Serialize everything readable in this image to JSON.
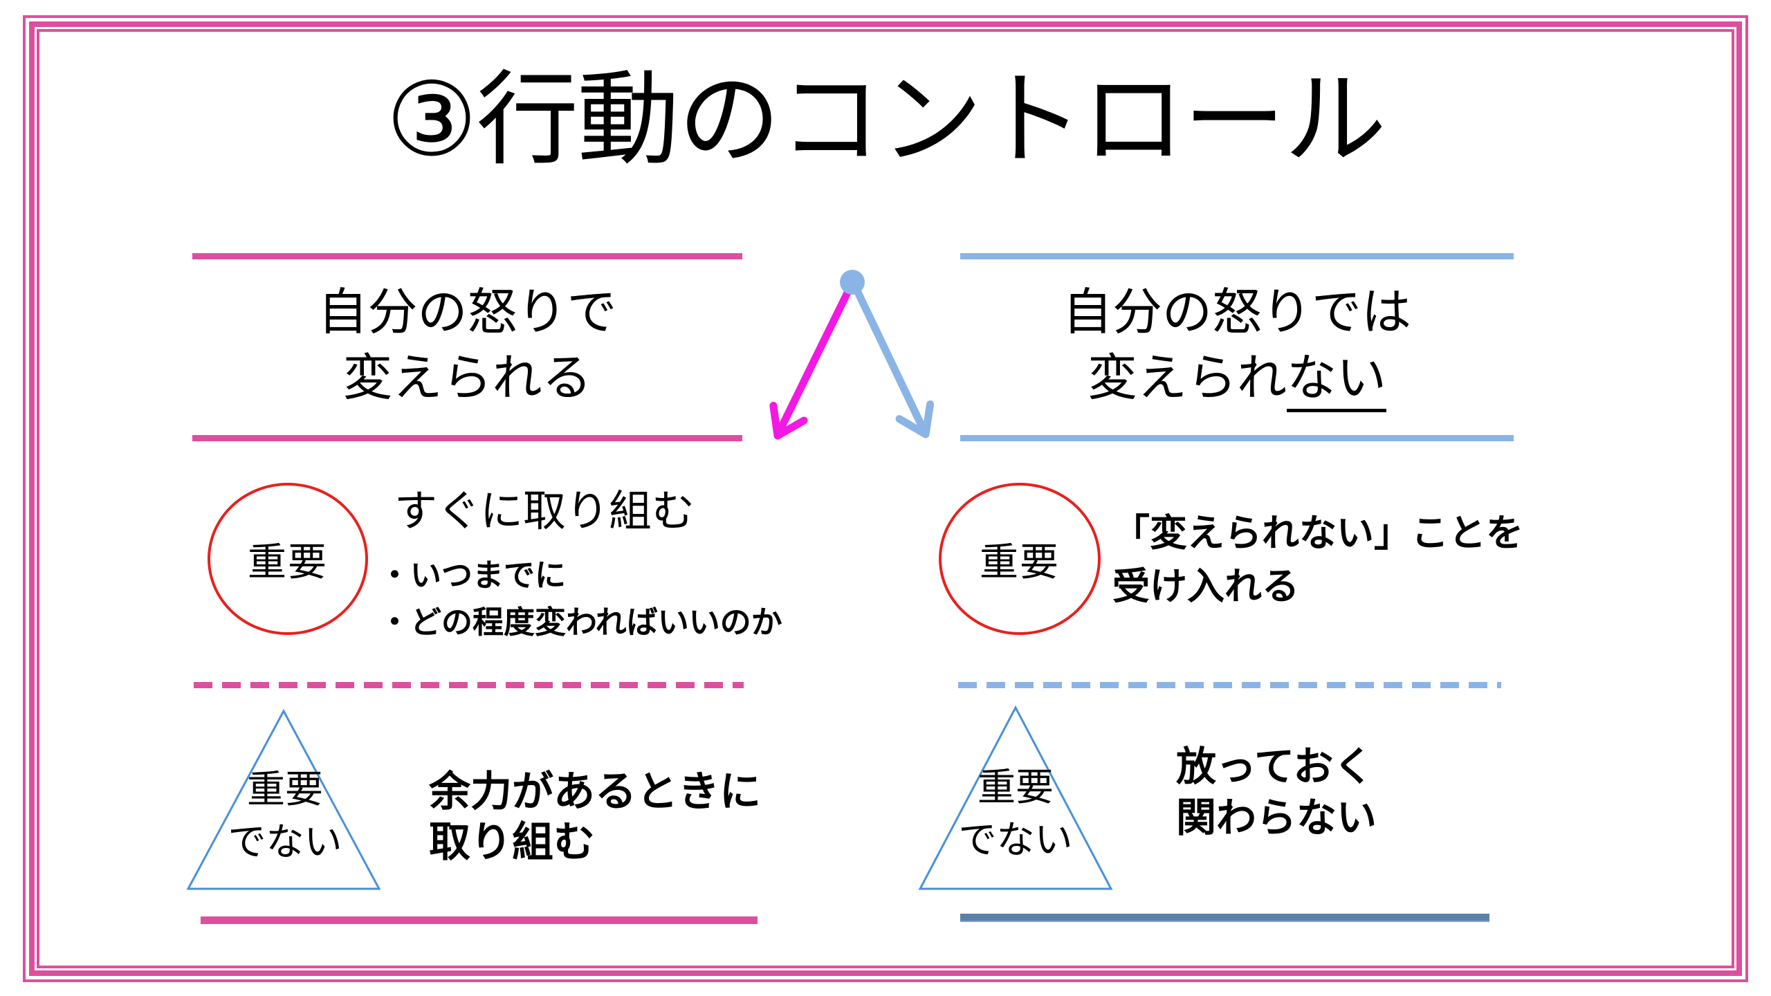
{
  "title": "③行動のコントロール",
  "colors": {
    "pink": "#dd4f9e",
    "magenta": "#f318e4",
    "blue": "#8ab4e6",
    "triangle_blue": "#4a90d8",
    "slate": "#5b80a8",
    "red": "#e9201d",
    "ink": "#000000"
  },
  "left": {
    "header": {
      "line1": "自分の怒りで",
      "line2": "変えられる"
    },
    "important": {
      "badge": "重要",
      "heading": "すぐに取り組む",
      "bullet1": "・いつまでに",
      "bullet2": "・どの程度変わればいいのか"
    },
    "not_important": {
      "badge_line1": "重要",
      "badge_line2": "でない",
      "line1": "余力があるときに",
      "line2": "取り組む"
    }
  },
  "right": {
    "header": {
      "line1": "自分の怒りでは",
      "line2_prefix": "変えられ",
      "line2_underline": "ない"
    },
    "important": {
      "badge": "重要",
      "line1": "「変えられない」ことを",
      "line2": "受け入れる"
    },
    "not_important": {
      "badge_line1": "重要",
      "badge_line2": "でない",
      "line1": "放っておく",
      "line2": "関わらない"
    }
  }
}
